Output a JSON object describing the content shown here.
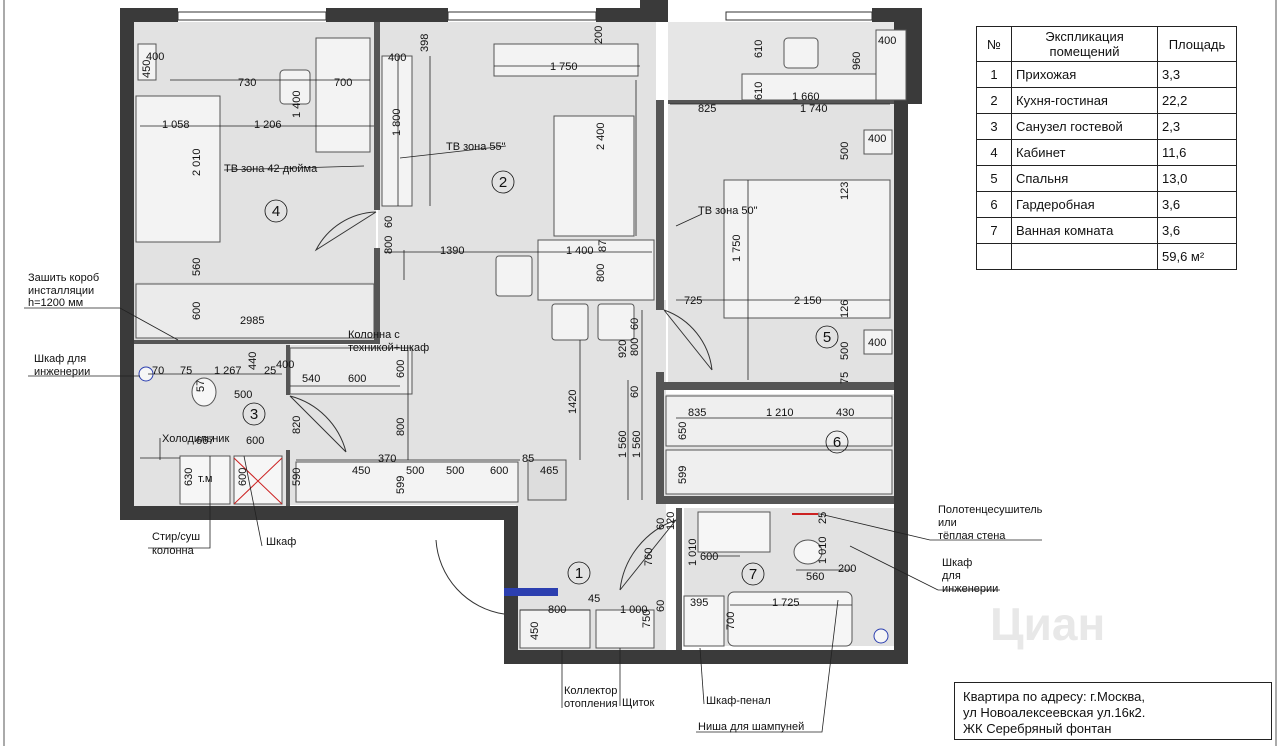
{
  "legend": {
    "headers": {
      "num": "№",
      "name": "Экспликация помещений",
      "area": "Площадь"
    },
    "rows": [
      {
        "num": "1",
        "name": "Прихожая",
        "area": "3,3"
      },
      {
        "num": "2",
        "name": "Кухня-гостиная",
        "area": "22,2"
      },
      {
        "num": "3",
        "name": "Санузел гостевой",
        "area": "2,3"
      },
      {
        "num": "4",
        "name": "Кабинет",
        "area": "11,6"
      },
      {
        "num": "5",
        "name": "Спальня",
        "area": "13,0"
      },
      {
        "num": "6",
        "name": "Гардеробная",
        "area": "3,6"
      },
      {
        "num": "7",
        "name": "Ванная комната",
        "area": "3,6"
      }
    ],
    "total": "59,6 м²"
  },
  "address": {
    "line1": "Квартира по адресу: г.Москва,",
    "line2": "ул Новоалексеевская ул.16к2.",
    "line3": "ЖК Серебряный фонтан"
  },
  "rooms": {
    "r1": "1",
    "r2": "2",
    "r3": "3",
    "r4": "4",
    "r5": "5",
    "r6": "6",
    "r7": "7"
  },
  "labels": {
    "tv42": "ТВ зона 42 дюйма",
    "tv55": "ТВ зона 55\"",
    "tv50": "ТВ зона 50\"",
    "column": "Колонна с",
    "column2": "техникой+шкаф",
    "fridge": "Холодильник",
    "tm": "т.м"
  },
  "notes": {
    "box1": "Зашить короб",
    "box2": "инсталляции",
    "box3": "h=1200 мм",
    "eng1": "Шкаф для",
    "eng2": "инженерии",
    "dryer1": "Стир/суш",
    "dryer2": "колонна",
    "cab": "Шкаф",
    "towel1": "Полотенцесушитель",
    "towel2": "или",
    "towel3": "тёплая стена",
    "eng3": "Шкаф",
    "eng4": "для",
    "eng5": "инженерии",
    "coll1": "Коллектор",
    "coll2": "отопления",
    "panel": "Щиток",
    "pencil": "Шкаф-пенал",
    "niche": "Ниша для шампуней"
  },
  "dims": {
    "d400a": "400",
    "d450": "450",
    "d730": "730",
    "d700": "700",
    "d1400": "1 400",
    "d400b": "400",
    "d398": "398",
    "d1800": "1 800",
    "d1058": "1 058",
    "d1206": "1 206",
    "d2010": "2 010",
    "d200": "200",
    "d1750": "1 750",
    "d2400": "2 400",
    "d610a": "610",
    "d610b": "610",
    "d960": "960",
    "d400c": "400",
    "d825": "825",
    "d1660": "1 660",
    "d1740": "1 740",
    "d500a": "500",
    "d400d": "400",
    "d123": "123",
    "d1750b": "1 750",
    "d725": "725",
    "d2150": "2 150",
    "d126": "126",
    "d500b": "500",
    "d400e": "400",
    "d75": "75",
    "d800a": "800",
    "d60a": "60",
    "d1390": "1390",
    "d1400b": "1 400",
    "d87": "87",
    "d800b": "800",
    "d560": "560",
    "d600a": "600",
    "d2985": "2985",
    "d60b": "60",
    "d800c": "800",
    "d920": "920",
    "d60c": "60",
    "d1420": "1420",
    "d1560a": "1 560",
    "d1560b": "1 560",
    "d70": "70",
    "d75b": "75",
    "d1267": "1 267",
    "d440": "440",
    "d25": "25",
    "d400f": "400",
    "d540": "540",
    "d600b": "600",
    "d600c": "600",
    "d57": "57",
    "d500c": "500",
    "d800d": "800",
    "d820": "820",
    "d667": "667",
    "d600d": "600",
    "d370": "370",
    "d450b": "450",
    "d500d": "500",
    "d500e": "500",
    "d600e": "600",
    "d85": "85",
    "d465": "465",
    "d630": "630",
    "d600f": "600",
    "d590": "590",
    "d599a": "599",
    "d835": "835",
    "d1210": "1 210",
    "d430": "430",
    "d650": "650",
    "d599b": "599",
    "d25b": "25",
    "d60d": "60",
    "d120": "120",
    "d1010a": "1 010",
    "d600g": "600",
    "d760": "760",
    "d1010b": "1 010",
    "d560b": "560",
    "d200b": "200",
    "d800e": "800",
    "d45": "45",
    "d1000": "1 000",
    "d60e": "60",
    "d395": "395",
    "d1725": "1 725",
    "d700b": "700",
    "d450c": "450",
    "d750": "750"
  },
  "watermark": "Циан",
  "colors": {
    "wall": "#3a3a3a",
    "floor": "#e2e2e2",
    "accent": "#2c3fb0",
    "warm": "#cc2222"
  }
}
